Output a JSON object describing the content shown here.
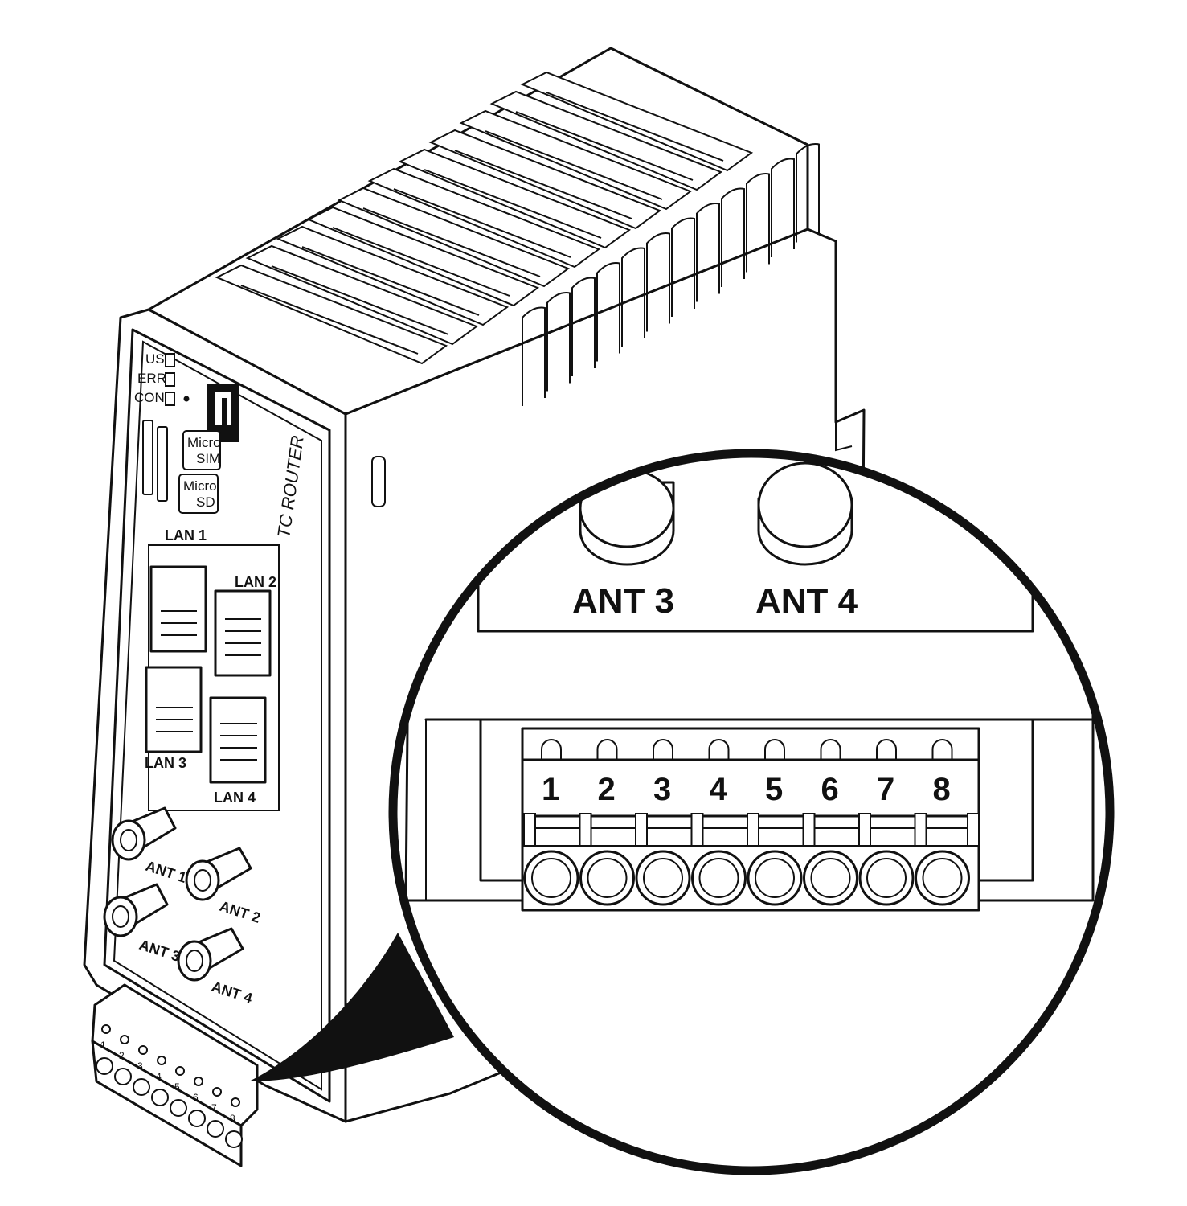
{
  "device": {
    "model_label": "TC ROUTER",
    "led_labels": [
      "US",
      "ERR",
      "CON"
    ],
    "slot_labels": [
      {
        "line1": "Micro",
        "line2": "SIM"
      },
      {
        "line1": "Micro",
        "line2": "SD"
      }
    ],
    "lan_labels": [
      "LAN 1",
      "LAN 2",
      "LAN 3",
      "LAN 4"
    ],
    "antenna_labels_small": [
      "ANT 1",
      "ANT 2",
      "ANT 3",
      "ANT 4"
    ],
    "terminal_numbers_small": [
      "1",
      "2",
      "3",
      "4",
      "5",
      "6",
      "7",
      "8"
    ]
  },
  "detail": {
    "antenna_labels": [
      "ANT 3",
      "ANT 4"
    ],
    "terminal_numbers": [
      "1",
      "2",
      "3",
      "4",
      "5",
      "6",
      "7",
      "8"
    ]
  },
  "colors": {
    "line": "#111111",
    "background": "#ffffff"
  }
}
